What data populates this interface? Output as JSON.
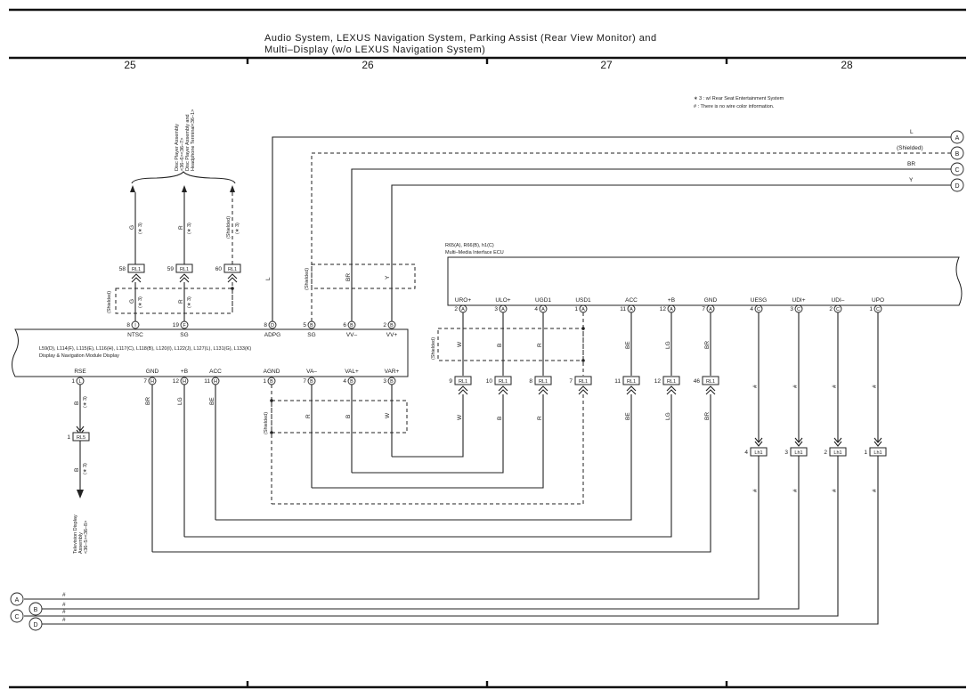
{
  "header": {
    "title_line1": "Audio System,  LEXUS Navigation System,  Parking Assist (Rear View Monitor) and",
    "title_line2": "Multi–Display (w/o LEXUS Navigation System)",
    "columns": [
      "25",
      "26",
      "27",
      "28"
    ]
  },
  "notes": {
    "note1": "∗ 3 : w/ Rear Seat Entertainment System",
    "note2": "# : There is no wire color information."
  },
  "right_connectors": [
    {
      "letter": "A",
      "wire": "L"
    },
    {
      "letter": "B",
      "wire": "(Shielded)"
    },
    {
      "letter": "C",
      "wire": "BR"
    },
    {
      "letter": "D",
      "wire": "Y"
    }
  ],
  "left_connectors": [
    "A",
    "B",
    "C",
    "D"
  ],
  "disc_player": {
    "line1": "Disc Player Assembly",
    "line2": "<36–6><36–7>",
    "line3": "Disc Player Assembly and",
    "line4": "Headphone Terminal<36–1>"
  },
  "tv_display": {
    "line1": "Television Display",
    "line2": "Assembly",
    "line3": "<36–5><36–8>"
  },
  "ecu_top": {
    "line1": "R65(A), R66(B), h1(C)",
    "line2": "Multi–Media Interface ECU",
    "pins": [
      {
        "name": "URO+",
        "num": "2",
        "letter": "A"
      },
      {
        "name": "ULO+",
        "num": "3",
        "letter": "A"
      },
      {
        "name": "UGD1",
        "num": "4",
        "letter": "A"
      },
      {
        "name": "USD1",
        "num": "1",
        "letter": "A"
      },
      {
        "name": "ACC",
        "num": "11",
        "letter": "A"
      },
      {
        "name": "+B",
        "num": "12",
        "letter": "A"
      },
      {
        "name": "GND",
        "num": "7",
        "letter": "A"
      },
      {
        "name": "UESG",
        "num": "4",
        "letter": "C"
      },
      {
        "name": "UDI+",
        "num": "3",
        "letter": "C"
      },
      {
        "name": "UDI–",
        "num": "2",
        "letter": "C"
      },
      {
        "name": "UPO",
        "num": "1",
        "letter": "C"
      }
    ]
  },
  "display_module": {
    "line1": "L59(D), L114(F), L115(E), L116(H), L117(C), L118(B), L120(I), L122(J), L127(L), L131(G), L133(K)",
    "line2": "Display & Navigation Module Display",
    "top_pins": [
      {
        "name": "NTSC",
        "num": "8",
        "letter": "I"
      },
      {
        "name": "SG",
        "num": "19",
        "letter": "F"
      },
      {
        "name": "ADPG",
        "num": "8",
        "letter": "D"
      },
      {
        "name": "SG",
        "num": "5",
        "letter": "B"
      },
      {
        "name": "VV–",
        "num": "6",
        "letter": "B"
      },
      {
        "name": "VV+",
        "num": "2",
        "letter": "B"
      }
    ],
    "bottom_pins": [
      {
        "name": "RSE",
        "num": "1",
        "letter": "L"
      },
      {
        "name": "GND",
        "num": "7",
        "letter": "H"
      },
      {
        "name": "+B",
        "num": "12",
        "letter": "H"
      },
      {
        "name": "ACC",
        "num": "11",
        "letter": "H"
      },
      {
        "name": "AGND",
        "num": "1",
        "letter": "B"
      },
      {
        "name": "VA–",
        "num": "7",
        "letter": "B"
      },
      {
        "name": "VAL+",
        "num": "4",
        "letter": "B"
      },
      {
        "name": "VAR+",
        "num": "3",
        "letter": "B"
      }
    ]
  },
  "rl1_top": [
    {
      "num": "58",
      "label": "RL1",
      "wire": "G",
      "note": "(∗ 3)"
    },
    {
      "num": "59",
      "label": "RL1",
      "wire": "R",
      "note": "(∗ 3)"
    },
    {
      "num": "60",
      "label": "RL1",
      "wire": "(Shielded)",
      "note": "(∗ 3)"
    }
  ],
  "rl1_mid": [
    {
      "num": "9",
      "label": "RL1"
    },
    {
      "num": "10",
      "label": "RL1"
    },
    {
      "num": "8",
      "label": "RL1"
    },
    {
      "num": "7",
      "label": "RL1"
    },
    {
      "num": "11",
      "label": "RL1"
    },
    {
      "num": "12",
      "label": "RL1"
    },
    {
      "num": "46",
      "label": "RL1"
    }
  ],
  "lh1": [
    {
      "num": "4",
      "label": "Lh1"
    },
    {
      "num": "3",
      "label": "Lh1"
    },
    {
      "num": "2",
      "label": "Lh1"
    },
    {
      "num": "1",
      "label": "Lh1"
    }
  ],
  "rl5": {
    "num": "1",
    "label": "RL5"
  },
  "wire_labels": {
    "shielded": "(Shielded)",
    "note3": "(∗ 3)",
    "G": "G",
    "R": "R",
    "L": "L",
    "BR": "BR",
    "Y": "Y",
    "W": "W",
    "B": "B",
    "BE": "BE",
    "LG": "LG",
    "hash": "#"
  }
}
